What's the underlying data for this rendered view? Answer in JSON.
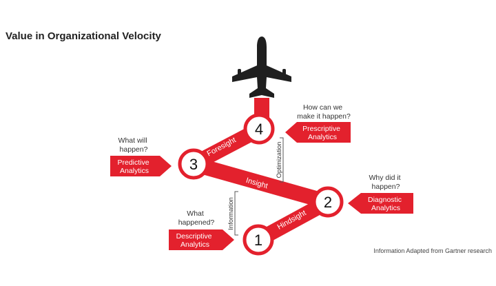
{
  "title": "Value in Organizational Velocity",
  "credit": "Information Adapted from Gartner research",
  "colors": {
    "accent": "#e3212d",
    "ink": "#222222",
    "plane": "#1f1f1f"
  },
  "stages": [
    {
      "number": "1",
      "question": [
        "What",
        "happened?"
      ],
      "label": [
        "Descriptive",
        "Analytics"
      ]
    },
    {
      "number": "2",
      "question": [
        "Why did it",
        "happen?"
      ],
      "label": [
        "Diagnostic",
        "Analytics"
      ]
    },
    {
      "number": "3",
      "question": [
        "What will",
        "happen?"
      ],
      "label": [
        "Predictive",
        "Analytics"
      ]
    },
    {
      "number": "4",
      "question": [
        "How can we",
        "make it happen?"
      ],
      "label": [
        "Prescriptive",
        "Analytics"
      ]
    }
  ],
  "path_labels": {
    "hindsight": "Hindsight",
    "insight": "Insight",
    "foresight": "Foresight"
  },
  "side_labels": {
    "information": "Information",
    "optimization": "Optimization"
  },
  "icons": {
    "plane": "airplane-icon"
  }
}
